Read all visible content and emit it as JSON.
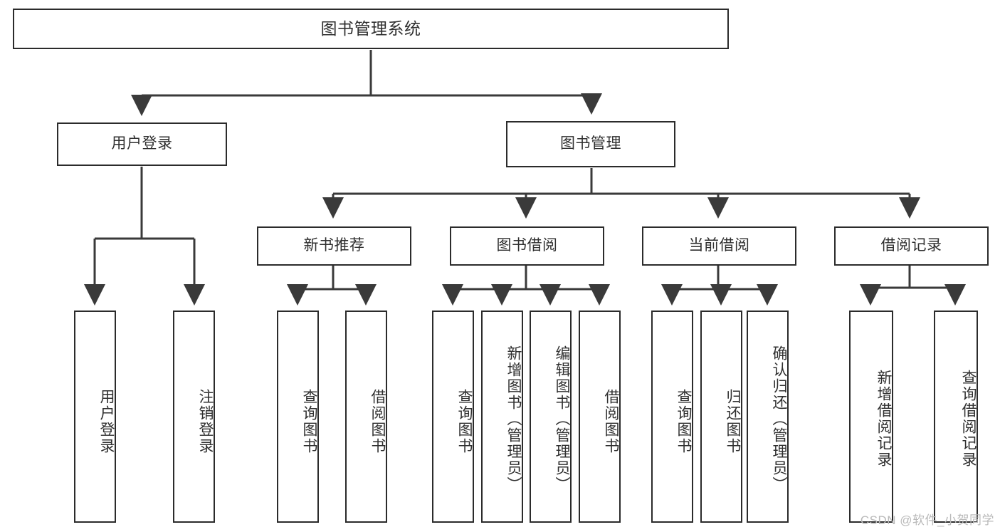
{
  "diagram": {
    "type": "tree-hierarchy",
    "title": "图书管理系统",
    "orientation": "top-down",
    "edge_style": "orthogonal-arrow",
    "colors": {
      "box_border": "#2b2b2b",
      "box_fill": "#ffffff",
      "text": "#2f2f2f",
      "connector": "#3a3a3a",
      "watermark": "#b9b9b9",
      "background": "#ffffff"
    }
  },
  "nodes": {
    "root": {
      "label": "图书管理系统",
      "level": 0
    },
    "level1": [
      {
        "id": "user-login",
        "label": "用户登录"
      },
      {
        "id": "book-manage",
        "label": "图书管理"
      }
    ],
    "level2": [
      {
        "id": "new-book-recommend",
        "label": "新书推荐",
        "parent": "book-manage"
      },
      {
        "id": "book-borrow",
        "label": "图书借阅",
        "parent": "book-manage"
      },
      {
        "id": "current-borrow",
        "label": "当前借阅",
        "parent": "book-manage"
      },
      {
        "id": "borrow-record",
        "label": "借阅记录",
        "parent": "book-manage"
      }
    ],
    "leaves": {
      "user-login": [
        {
          "id": "leaf-user-login",
          "label": "用户登录"
        },
        {
          "id": "leaf-user-logout",
          "label": "注销登录"
        }
      ],
      "new-book-recommend": [
        {
          "id": "leaf-query-book-1",
          "label": "查询图书"
        },
        {
          "id": "leaf-borrow-book-1",
          "label": "借阅图书"
        }
      ],
      "book-borrow": [
        {
          "id": "leaf-query-book-2",
          "label": "查询图书"
        },
        {
          "id": "leaf-add-book",
          "label": "新增图书（管理员）"
        },
        {
          "id": "leaf-edit-book",
          "label": "编辑图书（管理员）"
        },
        {
          "id": "leaf-borrow-book-2",
          "label": "借阅图书"
        }
      ],
      "current-borrow": [
        {
          "id": "leaf-query-book-3",
          "label": "查询图书"
        },
        {
          "id": "leaf-return-book",
          "label": "归还图书"
        },
        {
          "id": "leaf-confirm-return",
          "label": "确认归还（管理员）"
        }
      ],
      "borrow-record": [
        {
          "id": "leaf-add-record",
          "label": "新增借阅记录"
        },
        {
          "id": "leaf-query-record",
          "label": "查询借阅记录"
        }
      ]
    }
  },
  "watermark": {
    "text": "CSDN @软件_小贺同学"
  }
}
